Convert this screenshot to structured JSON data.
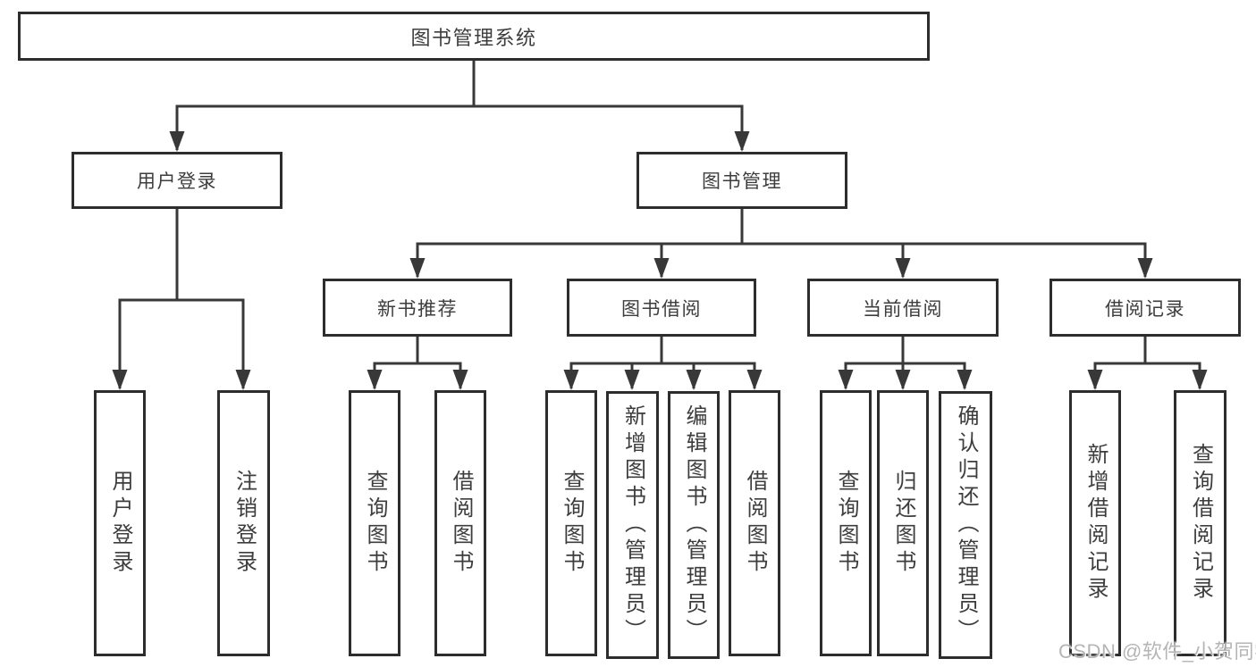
{
  "diagram": {
    "root": "图书管理系统",
    "user_branch": {
      "label": "用户登录",
      "children": [
        "用户登录",
        "注销登录"
      ]
    },
    "management_branch": {
      "label": "图书管理",
      "sections": [
        {
          "label": "新书推荐",
          "children": [
            "查询图书",
            "借阅图书"
          ]
        },
        {
          "label": "图书借阅",
          "children": [
            "查询图书",
            "新增图书（管理员）",
            "编辑图书（管理员）",
            "借阅图书"
          ]
        },
        {
          "label": "当前借阅",
          "children": [
            "查询图书",
            "归还图书",
            "确认归还（管理员）"
          ]
        },
        {
          "label": "借阅记录",
          "children": [
            "新增借阅记录",
            "查询借阅记录"
          ]
        }
      ]
    }
  },
  "watermark": "CSDN @软件_小贺同学",
  "colors": {
    "line": "#383838",
    "box_border": "#2d2d2d",
    "text": "#3d3d3d",
    "watermark": "#b5b5b5",
    "background": "#ffffff"
  }
}
